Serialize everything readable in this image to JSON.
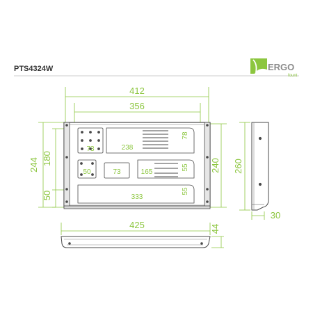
{
  "model": "PTS4324W",
  "brand": {
    "name": "ERGO",
    "tagline": "fount",
    "logo_icon": "ergo-swoosh-icon"
  },
  "colors": {
    "dimension": "#8cc63f",
    "outline": "#4a4a4a",
    "model_text": "#333333",
    "logo_grey": "#8c8c8c",
    "logo_green": "#8cc63f"
  },
  "dimensions": {
    "overall_width": "412",
    "inner_width": "356",
    "overall_height": "244",
    "inner_height": "180",
    "bottom_height": "50",
    "rail_height": "240",
    "side_height": "260",
    "side_depth": "30",
    "bottom_view_width": "425",
    "bottom_view_depth": "44"
  },
  "cutouts": {
    "top_left": "73",
    "top_wide": "238",
    "top_right": "78",
    "mid_left": "50",
    "mid_center": "73",
    "mid_wide": "165",
    "mid_right": "55",
    "bottom_wide": "333",
    "bottom_right": "55"
  }
}
